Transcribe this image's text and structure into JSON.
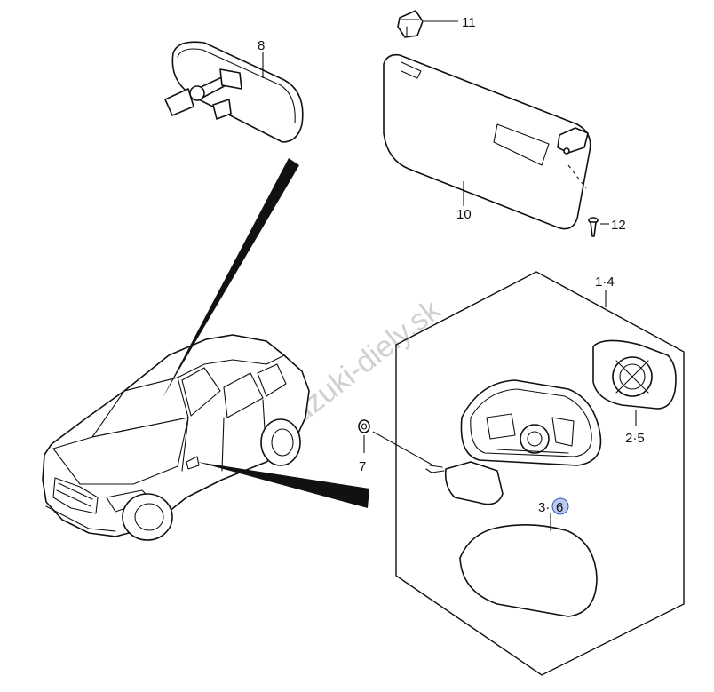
{
  "watermark": "www.suzuki-diely.sk",
  "callouts": {
    "p8": "8",
    "p11": "11",
    "p10": "10",
    "p12": "12",
    "p1_4": "1·4",
    "p2_5": "2·5",
    "p7": "7",
    "p3": "3·",
    "p6": "6"
  },
  "colors": {
    "line": "#111111",
    "highlight_fill": "#b9c9f0",
    "highlight_stroke": "#3a55b0",
    "watermark": "#c8c8c8"
  }
}
